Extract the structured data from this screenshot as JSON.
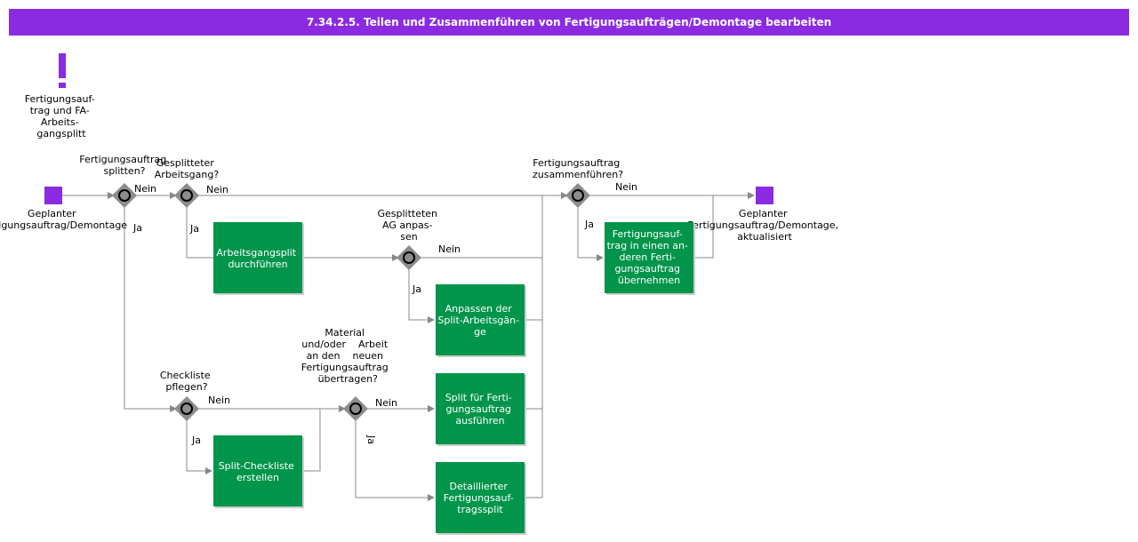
{
  "header": {
    "title": "7.34.2.5. Teilen und Zusammenführen von Fertigungsaufträgen/Demontage bearbeiten"
  },
  "colors": {
    "accent": "#8a2be2",
    "task": "#00954a",
    "gateway": "#8c8c8c",
    "flow": "#888888"
  },
  "icons": {
    "trigger": "exclamation-icon"
  },
  "trigger": {
    "label": [
      "Fertigungsauf-",
      "trag  und FA-",
      "Arbeits-",
      "gangsplitt"
    ]
  },
  "start_event": {
    "label": [
      "Geplanter",
      "Fertigungsauftrag/Demontage"
    ]
  },
  "end_event": {
    "label": [
      "Geplanter",
      "Fertigungsauftrag/Demontage,",
      "aktualisiert"
    ]
  },
  "gateways": {
    "g1": {
      "question": [
        "Fertigungsauftrag",
        "splitten?"
      ]
    },
    "g2": {
      "question": [
        "Gesplitteter",
        "Arbeitsgang?"
      ]
    },
    "g3": {
      "question": [
        "Gesplitteten",
        "AG anpas-",
        "sen"
      ]
    },
    "g4": {
      "question": [
        "Checkliste",
        "pflegen?"
      ]
    },
    "g5": {
      "question": [
        "Material",
        "und/oder    Arbeit",
        "an den    neuen",
        "Fertigungsauftrag",
        "übertragen?"
      ]
    },
    "g6": {
      "question": [
        "Fertigungsauftrag",
        "zusammenführen?"
      ]
    }
  },
  "edge_labels": {
    "no": "Nein",
    "yes": "Ja"
  },
  "tasks": {
    "t1": {
      "label": [
        "Arbeitsgangsplit",
        "durchführen"
      ]
    },
    "t2": {
      "label": [
        "Anpassen der",
        "Split-Arbeitsgän-",
        "ge"
      ]
    },
    "t3": {
      "label": [
        "Split-Checkliste",
        "erstellen"
      ]
    },
    "t4": {
      "label": [
        "Split für Ferti-",
        "gungsauftrag",
        "ausführen"
      ]
    },
    "t5": {
      "label": [
        "Detaillierter",
        "Fertigungsauf-",
        "tragssplit"
      ]
    },
    "t6": {
      "label": [
        "Fertigungsauf-",
        "trag in einen an-",
        "deren Ferti-",
        "gungsauftrag",
        "übernehmen"
      ]
    }
  }
}
